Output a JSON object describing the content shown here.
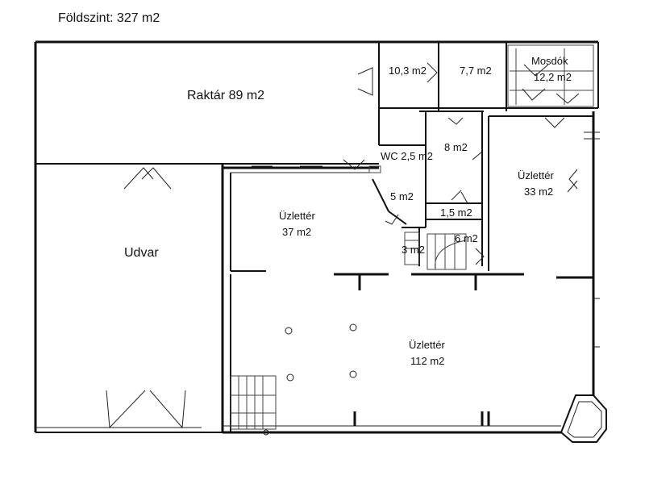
{
  "title": "Földszint: 327 m2",
  "rooms": {
    "raktar": "Raktár 89 m2",
    "udvar": "Udvar",
    "r10": "10,3 m2",
    "r7": "7,7 m2",
    "mosdok_name": "Mosdók",
    "mosdok_area": "12,2 m2",
    "wc": "WC 2,5 m2",
    "r8": "8 m2",
    "uz33_name": "Üzlettér",
    "uz33_area": "33 m2",
    "r5": "5 m2",
    "r15": "1,5 m2",
    "r6": "6 m2",
    "r3": "3 m2",
    "uz37_name": "Üzlettér",
    "uz37_area": "37 m2",
    "uz112_name": "Üzlettér",
    "uz112_area": "112 m2"
  }
}
